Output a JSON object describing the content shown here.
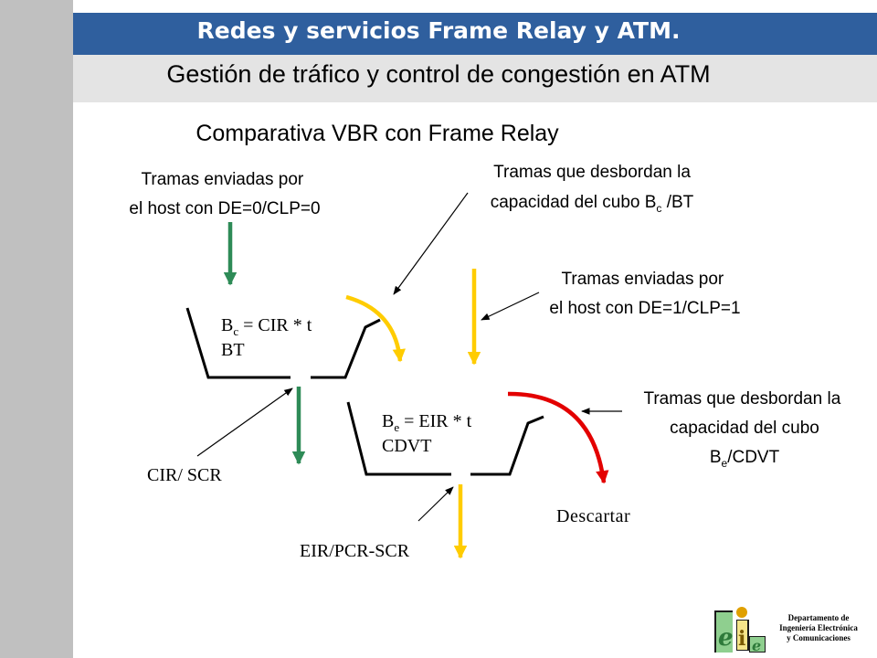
{
  "header": {
    "title": "Redes y servicios Frame Relay y ATM.",
    "subtitle": "Gestión de tráfico y control de congestión en ATM"
  },
  "diagram": {
    "heading": "Comparativa VBR con Frame Relay",
    "label_host_de0": [
      "Tramas enviadas por",
      "el host con DE=0/CLP=0"
    ],
    "label_overflow_bc": {
      "line1": "Tramas que desbordan la",
      "line2_pre": "capacidad del cubo B",
      "line2_sub": "c",
      "line2_post": " /BT"
    },
    "label_host_de1": [
      "Tramas enviadas por",
      "el host con DE=1/CLP=1"
    ],
    "label_overflow_be": {
      "line1": "Tramas que desbordan la",
      "line2": "capacidad del cubo",
      "line3_pre": "B",
      "line3_sub": "e",
      "line3_post": "/CDVT"
    },
    "bucket_bc": {
      "pre": "B",
      "sub": "c",
      "post": " = CIR * t",
      "line2": "BT"
    },
    "bucket_be": {
      "pre": "B",
      "sub": "e",
      "post": " = EIR * t",
      "line2": "CDVT"
    },
    "label_cir": "CIR/ SCR",
    "label_eir": "EIR/PCR-SCR",
    "label_discard": "Descartar"
  },
  "footer": {
    "department": [
      "Departamento de",
      "Ingeniería Electrónica",
      "y Comunicaciones"
    ],
    "logo_letters": [
      "e",
      "i",
      "e"
    ]
  },
  "colors": {
    "green": "#2e8b57",
    "yellow": "#ffcc00",
    "red": "#e30000",
    "blue_band": "#2f5f9e"
  }
}
